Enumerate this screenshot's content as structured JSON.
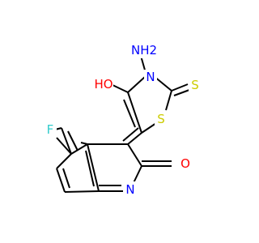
{
  "diagram": {
    "kind": "chemical-structure",
    "atoms": {
      "amino": "NH2",
      "hydroxyl": "HO",
      "thione_sulfur": "S",
      "ring_sulfur": "S",
      "ring_nitrogen_thiazole": "N",
      "fluorine": "F",
      "ketone_oxygen": "O",
      "ring_nitrogen_indole": "N"
    },
    "colors": {
      "bond": "#000000",
      "nitrogen": "#0000FF",
      "oxygen": "#FF0000",
      "sulfur": "#CCCC00",
      "fluorine": "#33CCCC"
    }
  }
}
